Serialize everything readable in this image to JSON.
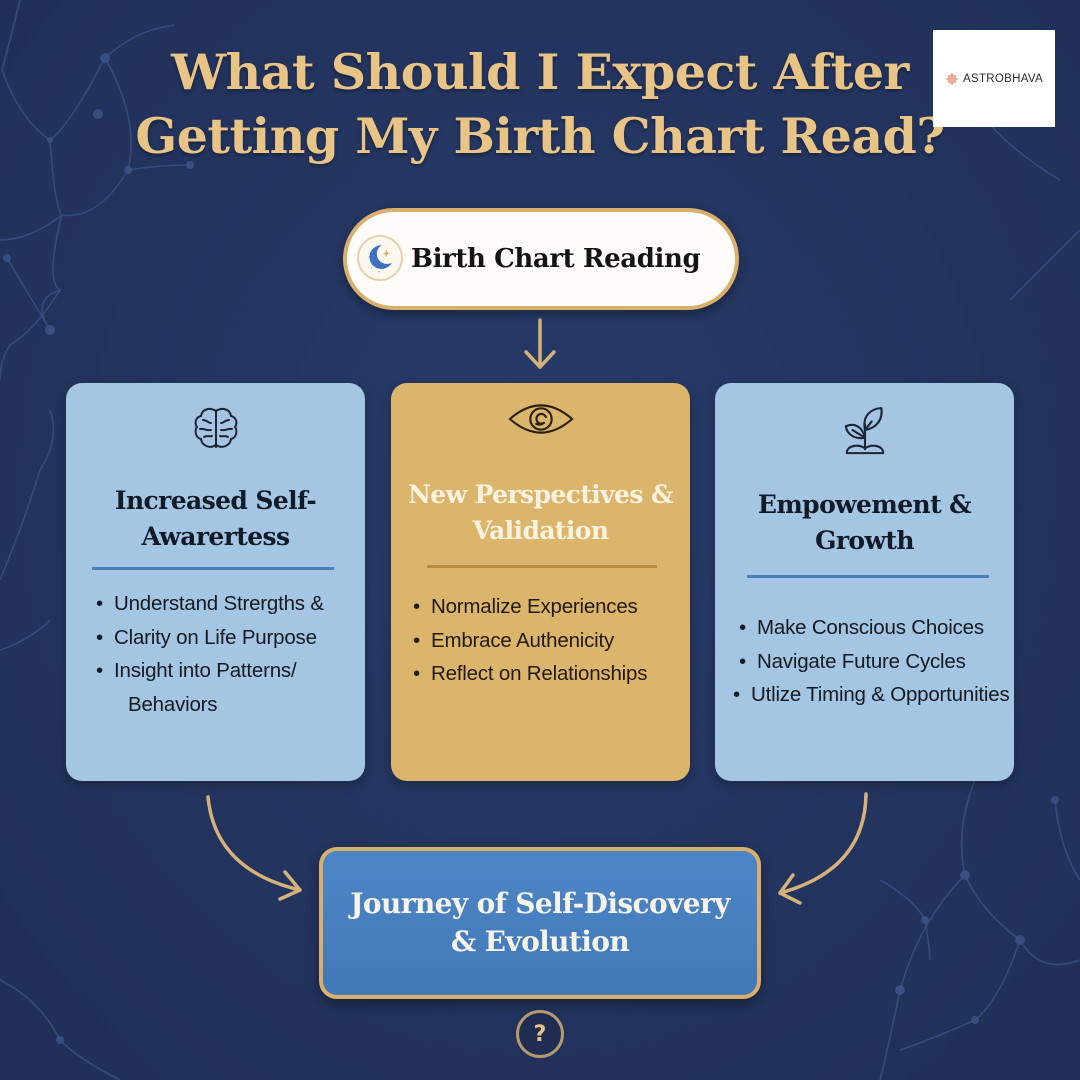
{
  "header": {
    "title_line1": "What Should I Expect After",
    "title_line2": "Getting My Birth Chart Read?"
  },
  "logo": {
    "text": "ASTROBHAVA",
    "icon": "lotus-icon",
    "mark_color": "#e8a08c"
  },
  "start": {
    "label": "Birth Chart Reading",
    "icon": "moon-star-icon"
  },
  "cards": [
    {
      "icon": "brain-icon",
      "title_line1": "Increased Self-",
      "title_line2": "Awarertess",
      "items": [
        "Understand Strergths &",
        "Clarity on Life Purpose",
        "Insight into Patterns/",
        "Behaviors"
      ],
      "color": "#a4c6e3"
    },
    {
      "icon": "eye-icon",
      "title_line1": "New Perspectives &",
      "title_line2": "Validation",
      "items": [
        "Normalize Experiences",
        "Embrace Authenicity",
        "Reflect on Relationships"
      ],
      "color": "#dcb56c"
    },
    {
      "icon": "sprout-icon",
      "title_line1": "Empowement &",
      "title_line2": "Growth",
      "items": [
        "Make Conscious Choices",
        "Navigate Future Cycles",
        "Utlize Timing & Opportunities"
      ],
      "color": "#a4c6e3"
    }
  ],
  "end": {
    "label_line1": "Journey of Self-Discovery",
    "label_line2": "& Evolution",
    "color": "#4a82c2"
  },
  "footer": {
    "icon": "question-icon",
    "glyph": "?"
  },
  "colors": {
    "background": "#233560",
    "gold": "#e9c487",
    "gold_border": "#d9b06b",
    "connector": "#d6b27a"
  }
}
